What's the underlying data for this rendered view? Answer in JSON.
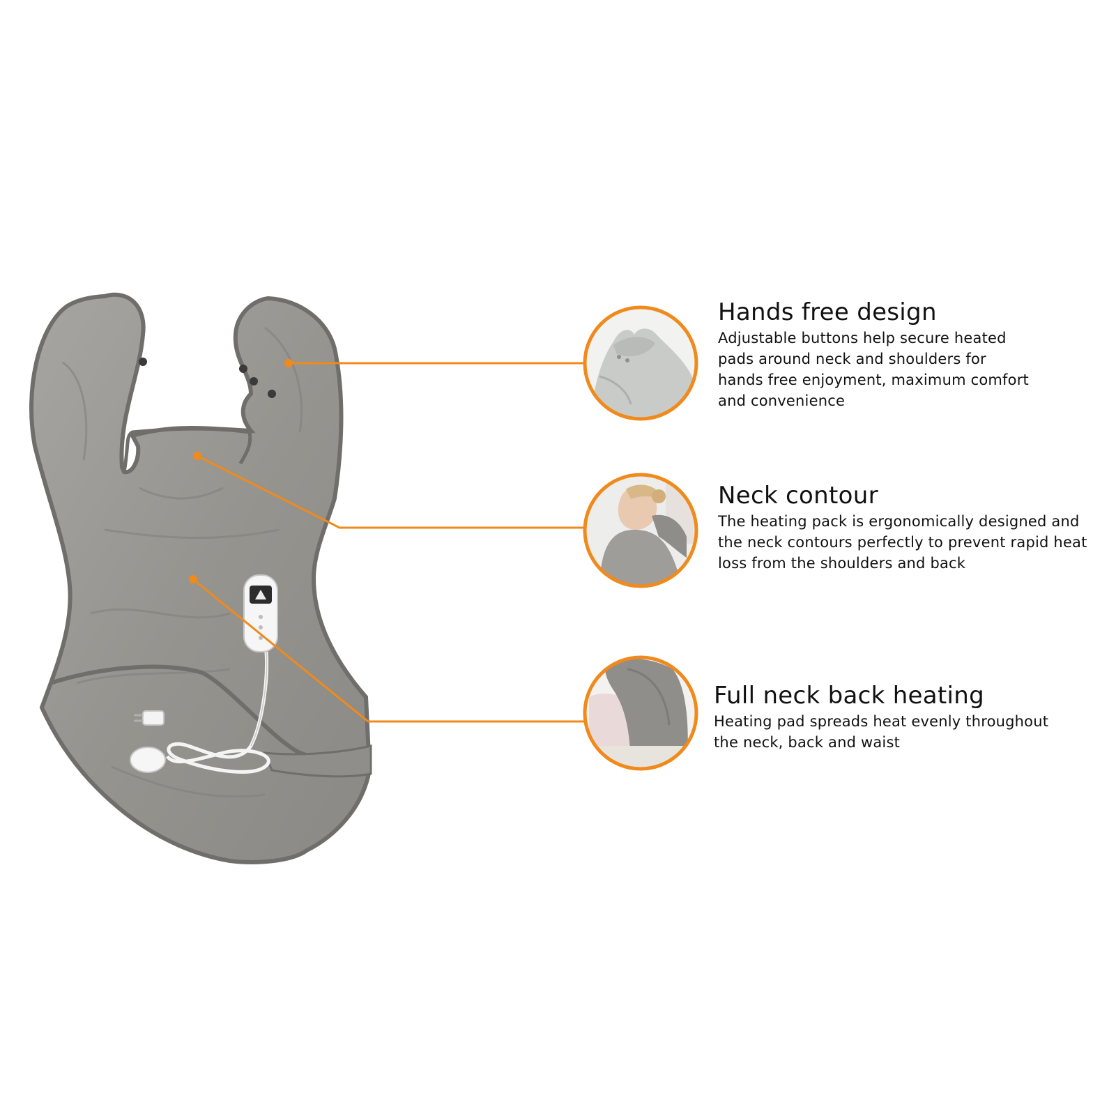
{
  "features": [
    {
      "title": "Hands free design",
      "description": "Adjustable buttons help secure heated pads around neck and shoulders for hands free enjoyment, maximum comfort and convenience",
      "thumbnail": "shoulder-wrap-closeup"
    },
    {
      "title": "Neck contour",
      "description": "The heating pack is ergonomically designed and the neck contours perfectly to prevent rapid heat loss from the shoulders and back",
      "thumbnail": "woman-wearing-wrap"
    },
    {
      "title": "Full neck back heating",
      "description": "Heating pad spreads heat evenly throughout the neck, back and waist",
      "thumbnail": "wrap-on-back"
    }
  ],
  "colors": {
    "accent": "#F08A1C",
    "pad": "#9B9A97",
    "pad_shadow": "#7E7D7A",
    "pad_edge": "#6F6E6B",
    "controller": "#F4F4F4",
    "text": "#111111"
  }
}
